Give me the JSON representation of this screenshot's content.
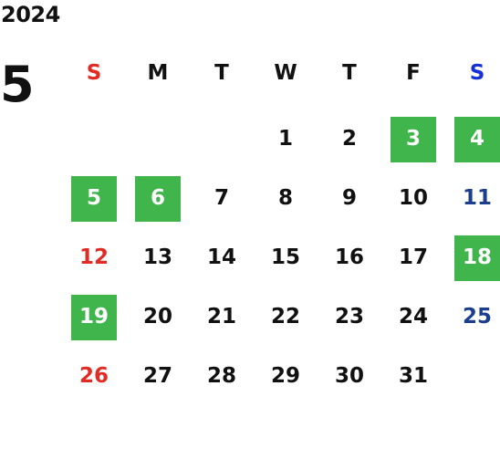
{
  "calendar": {
    "year": "2024",
    "month": "5",
    "weekdays": [
      "S",
      "M",
      "T",
      "W",
      "T",
      "F",
      "S"
    ],
    "colors": {
      "sunday": "#e12b25",
      "saturday_header": "#1430d6",
      "saturday": "#1b3e8f",
      "weekday": "#111111",
      "highlight_bg": "#3fb54b",
      "highlight_text": "#ffffff"
    },
    "days": [
      {
        "day": "",
        "weekday_index": 0,
        "highlight": false
      },
      {
        "day": "",
        "weekday_index": 1,
        "highlight": false
      },
      {
        "day": "",
        "weekday_index": 2,
        "highlight": false
      },
      {
        "day": "1",
        "weekday_index": 3,
        "highlight": false
      },
      {
        "day": "2",
        "weekday_index": 4,
        "highlight": false
      },
      {
        "day": "3",
        "weekday_index": 5,
        "highlight": true
      },
      {
        "day": "4",
        "weekday_index": 6,
        "highlight": true
      },
      {
        "day": "5",
        "weekday_index": 0,
        "highlight": true
      },
      {
        "day": "6",
        "weekday_index": 1,
        "highlight": true
      },
      {
        "day": "7",
        "weekday_index": 2,
        "highlight": false
      },
      {
        "day": "8",
        "weekday_index": 3,
        "highlight": false
      },
      {
        "day": "9",
        "weekday_index": 4,
        "highlight": false
      },
      {
        "day": "10",
        "weekday_index": 5,
        "highlight": false
      },
      {
        "day": "11",
        "weekday_index": 6,
        "highlight": false
      },
      {
        "day": "12",
        "weekday_index": 0,
        "highlight": false
      },
      {
        "day": "13",
        "weekday_index": 1,
        "highlight": false
      },
      {
        "day": "14",
        "weekday_index": 2,
        "highlight": false
      },
      {
        "day": "15",
        "weekday_index": 3,
        "highlight": false
      },
      {
        "day": "16",
        "weekday_index": 4,
        "highlight": false
      },
      {
        "day": "17",
        "weekday_index": 5,
        "highlight": false
      },
      {
        "day": "18",
        "weekday_index": 6,
        "highlight": true
      },
      {
        "day": "19",
        "weekday_index": 0,
        "highlight": true
      },
      {
        "day": "20",
        "weekday_index": 1,
        "highlight": false
      },
      {
        "day": "21",
        "weekday_index": 2,
        "highlight": false
      },
      {
        "day": "22",
        "weekday_index": 3,
        "highlight": false
      },
      {
        "day": "23",
        "weekday_index": 4,
        "highlight": false
      },
      {
        "day": "24",
        "weekday_index": 5,
        "highlight": false
      },
      {
        "day": "25",
        "weekday_index": 6,
        "highlight": false
      },
      {
        "day": "26",
        "weekday_index": 0,
        "highlight": false
      },
      {
        "day": "27",
        "weekday_index": 1,
        "highlight": false
      },
      {
        "day": "28",
        "weekday_index": 2,
        "highlight": false
      },
      {
        "day": "29",
        "weekday_index": 3,
        "highlight": false
      },
      {
        "day": "30",
        "weekday_index": 4,
        "highlight": false
      },
      {
        "day": "31",
        "weekday_index": 5,
        "highlight": false
      }
    ]
  }
}
